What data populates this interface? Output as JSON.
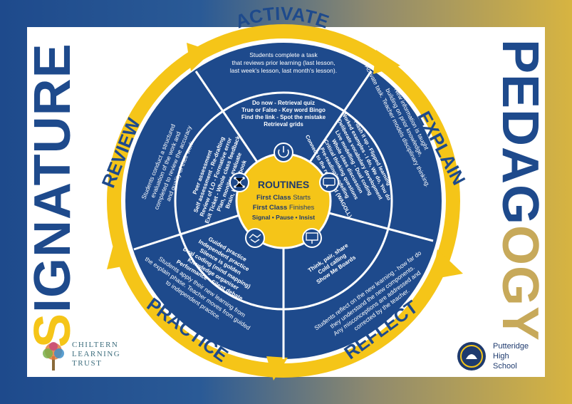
{
  "titles": {
    "left_highlight": "S",
    "left_rest": "IGNATURE",
    "right_main": "PEDAG",
    "right_tail": "OGY"
  },
  "colors": {
    "navy": "#1e4a8c",
    "gold": "#f5c518",
    "white": "#ffffff"
  },
  "stages": {
    "activate": "ACTIVATE",
    "explain": "EXPLAIN",
    "reflect": "REFLECT",
    "practice": "PRACTICE",
    "review": "REVIEW"
  },
  "outer_text": {
    "activate": [
      "Students complete a task",
      "that reviews prior learning (last lesson,",
      "last week's lesson, last month's lesson)."
    ],
    "explain": [
      "New information is taught",
      "building on prior knowledge,",
      "Activate task. Teacher models disciplinary thinking."
    ],
    "reflect": [
      "Students reflect on the new learning - how far do",
      "they understand the new components.",
      "Any misconceptions are addressed and",
      "corrected by the teacher."
    ],
    "practice": [
      "Students apply their new learning from",
      "the explain phase. Teacher moves from guided",
      "to independent practice."
    ],
    "review": [
      "Students conduct a structured",
      "evaluation of the work and",
      "completed to review the accuracy",
      "and quality of their work."
    ]
  },
  "inner_text": {
    "activate": [
      "Do now - Retrieval quiz",
      "True or False - Key word Bingo",
      "Find the link - Spot the mistake",
      "Retrieval grids"
    ],
    "explain": [
      "Flash it up - Flipped learning",
      "Worked examples - I do, We do, You do",
      "Deliberate vocabulary development",
      "Live modelling - Dual coding",
      "Whole class discussion",
      "Critical thinking questions",
      "Pre-reading/modelling",
      "Connect to the real world (WAGOLL)"
    ],
    "reflect": [
      "Think, pair, share",
      "Cold calling",
      "Show Me Boards"
    ],
    "practice": [
      "Guided practice",
      "Independent practice",
      "Silence is golden",
      "Dual coding (mind mapping)",
      "Knowledge organiser",
      "Performance - Silent debate"
    ],
    "review": [
      "Peer assessment",
      "Self assessment - Re-drafting",
      "Review of LO - Formative error",
      "Exit Ticket - Whole class feedback",
      "Plan, monitor, evaluate",
      "Brain, buddy, book"
    ]
  },
  "routines": {
    "title": "ROUTINES",
    "line1_bold": "First Class",
    "line1_rest": "Starts",
    "line2_bold": "First Class",
    "line2_rest": "Finishes",
    "line3": "Signal • Pause • Insist"
  },
  "icons": [
    "power-icon",
    "chat-icon",
    "presentation-icon",
    "handshake-icon",
    "network-icon"
  ],
  "logos": {
    "chiltern": [
      "CHILTERN",
      "LEARNING",
      "TRUST"
    ],
    "putteridge": [
      "Putteridge",
      "High",
      "School"
    ]
  }
}
